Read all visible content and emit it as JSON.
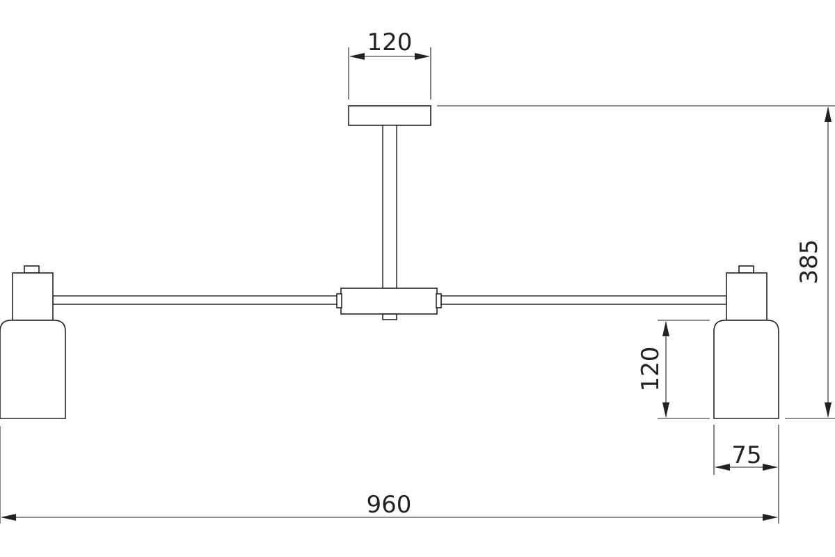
{
  "drawing": {
    "line_color": "#222222",
    "background": "#ffffff"
  },
  "dimensions": {
    "canopy_width": "120",
    "overall_height": "385",
    "shade_height": "120",
    "shade_width": "75",
    "overall_width": "960"
  }
}
